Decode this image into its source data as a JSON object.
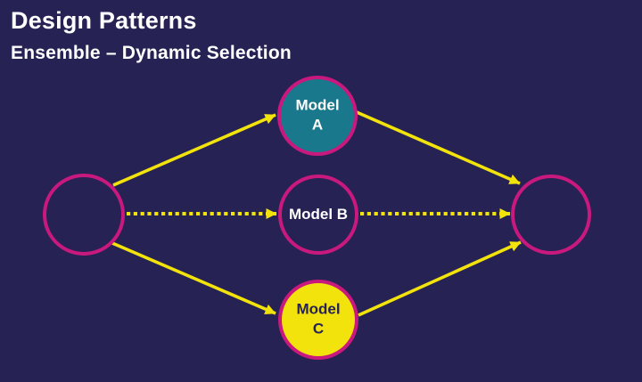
{
  "slide": {
    "title": "Design Patterns",
    "subtitle": "Ensemble – Dynamic Selection"
  },
  "colors": {
    "background": "#262254",
    "circle_outline_magenta": "#C9197E",
    "arrow_yellow": "#F3E30C",
    "model_a_fill_teal": "#19788C",
    "model_c_fill_yellow": "#F3E30C",
    "label_white": "#FFFFFF",
    "label_dark_navy": "#262254"
  },
  "diagram": {
    "nodes": [
      {
        "id": "input-circle",
        "label": "",
        "fill": "none"
      },
      {
        "id": "model-a",
        "label": "Model A",
        "lines": [
          "Model",
          "A"
        ],
        "fill": "#19788C"
      },
      {
        "id": "model-b",
        "label": "Model B",
        "lines": [
          "Model B"
        ],
        "fill": "none"
      },
      {
        "id": "model-c",
        "label": "Model C",
        "lines": [
          "Model",
          "C"
        ],
        "fill": "#F3E30C"
      },
      {
        "id": "output-circle",
        "label": "",
        "fill": "none"
      }
    ],
    "edges": [
      {
        "from": "input-circle",
        "to": "model-a",
        "style": "solid"
      },
      {
        "from": "input-circle",
        "to": "model-b",
        "style": "dotted"
      },
      {
        "from": "input-circle",
        "to": "model-c",
        "style": "solid"
      },
      {
        "from": "model-a",
        "to": "output-circle",
        "style": "solid"
      },
      {
        "from": "model-b",
        "to": "output-circle",
        "style": "dotted"
      },
      {
        "from": "model-c",
        "to": "output-circle",
        "style": "solid"
      }
    ]
  }
}
